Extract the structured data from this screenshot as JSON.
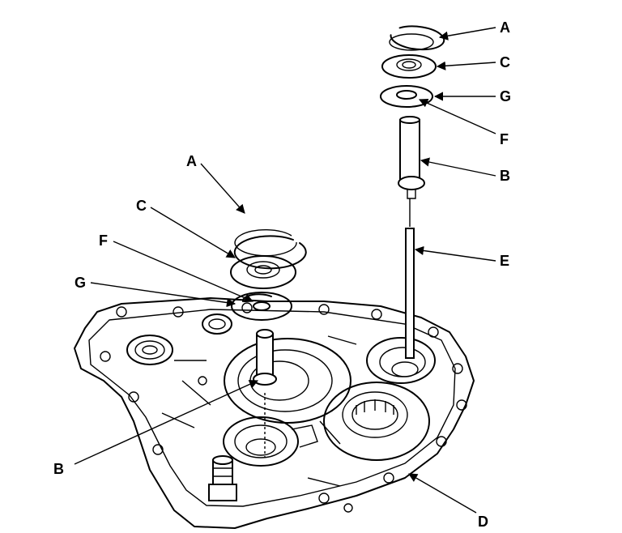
{
  "callouts": {
    "upper_right": {
      "A": "A",
      "C": "C",
      "G": "G",
      "F": "F",
      "B": "B",
      "E": "E"
    },
    "left": {
      "A": "A",
      "C": "C",
      "F": "F",
      "G": "G",
      "B": "B"
    },
    "housing": {
      "D": "D"
    }
  }
}
